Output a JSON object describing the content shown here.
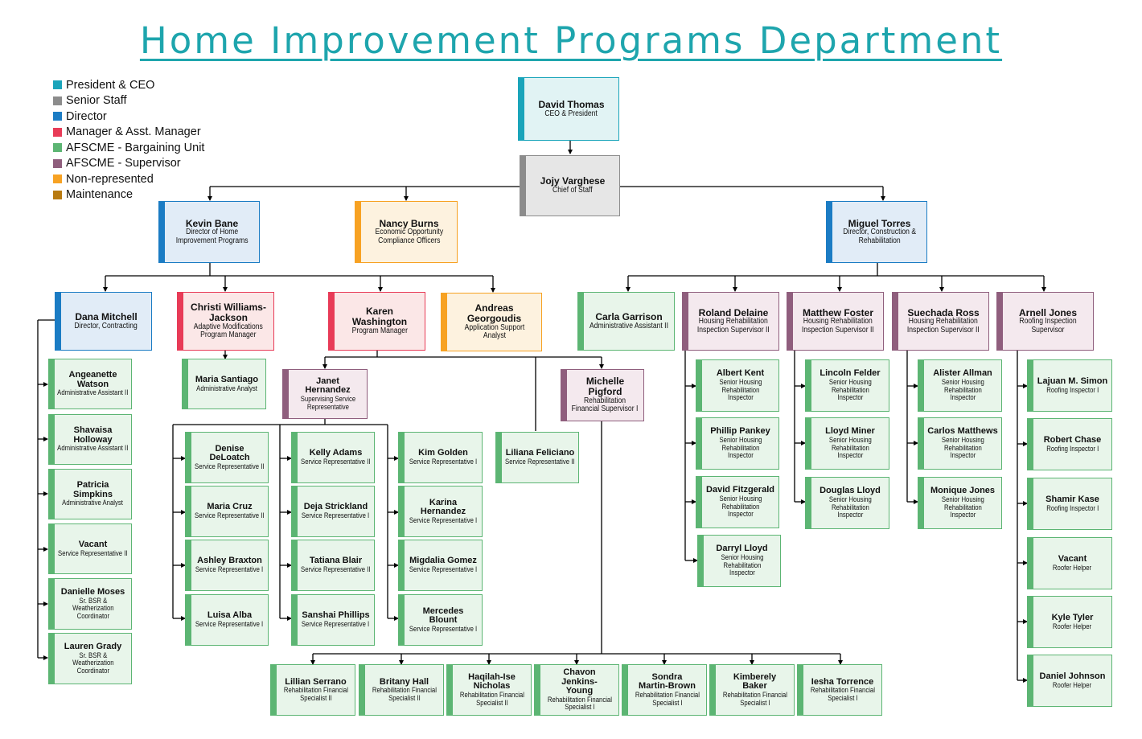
{
  "title": "Home Improvement Programs Department",
  "legend": [
    {
      "label": "President & CEO",
      "color": "#1aa4ba"
    },
    {
      "label": "Senior Staff",
      "color": "#8c8c8c"
    },
    {
      "label": "Director",
      "color": "#1b7cc4"
    },
    {
      "label": "Manager & Asst. Manager",
      "color": "#e83b57"
    },
    {
      "label": "AFSCME - Bargaining Unit",
      "color": "#5cb573"
    },
    {
      "label": "AFSCME - Supervisor",
      "color": "#8f5e7d"
    },
    {
      "label": "Non-represented",
      "color": "#f7a223"
    },
    {
      "label": "Maintenance",
      "color": "#b87a10"
    }
  ],
  "people": {
    "david": {
      "name": "David Thomas",
      "title": "CEO & President"
    },
    "jojy": {
      "name": "Jojy Varghese",
      "title": "Chief of Staff"
    },
    "kevin": {
      "name": "Kevin Bane",
      "title": "Director of Home Improvement Programs"
    },
    "nancy": {
      "name": "Nancy Burns",
      "title": "Economic Opportunity Compliance Officers"
    },
    "miguel": {
      "name": "Miguel Torres",
      "title": "Director, Construction & Rehabilitation"
    },
    "dana": {
      "name": "Dana Mitchell",
      "title": "Director, Contracting"
    },
    "christi": {
      "name": "Christi Williams-Jackson",
      "title": "Adaptive Modifications Program Manager"
    },
    "karen": {
      "name": "Karen Washington",
      "title": "Program Manager"
    },
    "andreas": {
      "name": "Andreas Georgoudis",
      "title": "Application Support Analyst"
    },
    "carla": {
      "name": "Carla Garrison",
      "title": "Administrative Assistant II"
    },
    "roland": {
      "name": "Roland Delaine",
      "title": "Housing Rehabilitation Inspection Supervisor II"
    },
    "matthew": {
      "name": "Matthew Foster",
      "title": "Housing Rehabilitation Inspection Supervisor II"
    },
    "suechada": {
      "name": "Suechada Ross",
      "title": "Housing Rehabilitation Inspection Supervisor II"
    },
    "arnell": {
      "name": "Arnell Jones",
      "title": "Roofing Inspection Supervisor"
    },
    "angeanette": {
      "name": "Angeanette Watson",
      "title": "Administrative Assistant II"
    },
    "shavaisa": {
      "name": "Shavaisa Holloway",
      "title": "Administrative Assistant II"
    },
    "patricia": {
      "name": "Patricia Simpkins",
      "title": "Administrative Analyst"
    },
    "vacant1": {
      "name": "Vacant",
      "title": "Service Representative II"
    },
    "danielle": {
      "name": "Danielle Moses",
      "title": "Sr. BSR & Weatherization Coordinator"
    },
    "lauren": {
      "name": "Lauren Grady",
      "title": "Sr. BSR & Weatherization Coordinator"
    },
    "maria_s": {
      "name": "Maria Santiago",
      "title": "Administrative Analyst"
    },
    "janet": {
      "name": "Janet Hernandez",
      "title": "Supervising Service Representative"
    },
    "michelle": {
      "name": "Michelle Pigford",
      "title": "Rehabilitation Financial Supervisor I"
    },
    "liliana": {
      "name": "Liliana Feliciano",
      "title": "Service Representative II"
    },
    "denise": {
      "name": "Denise DeLoatch",
      "title": "Service Representative II"
    },
    "maria_c": {
      "name": "Maria Cruz",
      "title": "Service Representative II"
    },
    "ashley": {
      "name": "Ashley Braxton",
      "title": "Service Representative I"
    },
    "luisa": {
      "name": "Luisa Alba",
      "title": "Service Representative I"
    },
    "kelly": {
      "name": "Kelly Adams",
      "title": "Service Representative II"
    },
    "deja": {
      "name": "Deja Strickland",
      "title": "Service Representative I"
    },
    "tatiana": {
      "name": "Tatiana Blair",
      "title": "Service Representative II"
    },
    "sanshai": {
      "name": "Sanshai Phillips",
      "title": "Service Representative I"
    },
    "kim": {
      "name": "Kim Golden",
      "title": "Service Representative I"
    },
    "karina": {
      "name": "Karina Hernandez",
      "title": "Service Representative I"
    },
    "migdalia": {
      "name": "Migdalia Gomez",
      "title": "Service Representative I"
    },
    "mercedes": {
      "name": "Mercedes Blount",
      "title": "Service Representative I"
    },
    "albert": {
      "name": "Albert Kent",
      "title": "Senior Housing Rehabilitation Inspector"
    },
    "phillip": {
      "name": "Phillip Pankey",
      "title": "Senior Housing Rehabilitation Inspector"
    },
    "david_f": {
      "name": "David Fitzgerald",
      "title": "Senior Housing Rehabilitation Inspector"
    },
    "darryl": {
      "name": "Darryl Lloyd",
      "title": "Senior Housing Rehabilitation Inspector"
    },
    "lincoln": {
      "name": "Lincoln Felder",
      "title": "Senior Housing Rehabilitation Inspector"
    },
    "lloyd": {
      "name": "Lloyd Miner",
      "title": "Senior Housing Rehabilitation Inspector"
    },
    "douglas": {
      "name": "Douglas Lloyd",
      "title": "Senior Housing Rehabilitation Inspector"
    },
    "alister": {
      "name": "Alister Allman",
      "title": "Senior Housing Rehabilitation Inspector"
    },
    "carlos": {
      "name": "Carlos Matthews",
      "title": "Senior Housing Rehabilitation Inspector"
    },
    "monique": {
      "name": "Monique Jones",
      "title": "Senior Housing Rehabilitation Inspector"
    },
    "lajuan": {
      "name": "Lajuan M. Simon",
      "title": "Roofing Inspector I"
    },
    "robert": {
      "name": "Robert Chase",
      "title": "Roofing Inspector I"
    },
    "shamir": {
      "name": "Shamir Kase",
      "title": "Roofing Inspector I"
    },
    "vacant2": {
      "name": "Vacant",
      "title": "Roofer Helper"
    },
    "kyle": {
      "name": "Kyle Tyler",
      "title": "Roofer Helper"
    },
    "daniel": {
      "name": "Daniel Johnson",
      "title": "Roofer Helper"
    },
    "lillian": {
      "name": "Lillian Serrano",
      "title": "Rehabilitation Financial Specialist II"
    },
    "britany": {
      "name": "Britany Hall",
      "title": "Rehabilitation Financial Specialist II"
    },
    "haqilah": {
      "name": "Haqilah-Ise Nicholas",
      "title": "Rehabilitation Financial Specialist II"
    },
    "chavon": {
      "name": "Chavon Jenkins-Young",
      "title": "Rehabilitation Financial Specialist I"
    },
    "sondra": {
      "name": "Sondra Martin-Brown",
      "title": "Rehabilitation Financial Specialist I"
    },
    "kimberely": {
      "name": "Kimberely Baker",
      "title": "Rehabilitation Financial Specialist I"
    },
    "iesha": {
      "name": "Iesha Torrence",
      "title": "Rehabilitation Financial Specialist I"
    }
  }
}
